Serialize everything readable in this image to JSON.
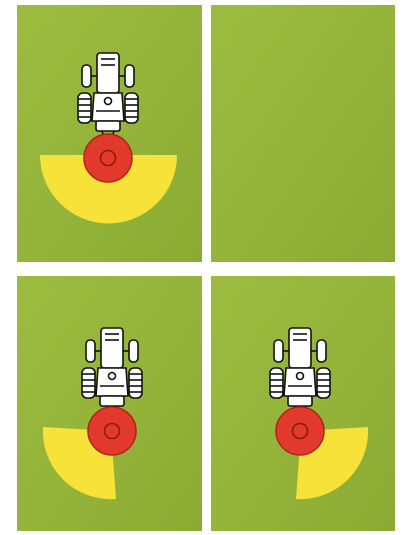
{
  "colors": {
    "field_green": "#94b43a",
    "field_green_dark": "#86a52f",
    "sweep_yellow": "#f7e23a",
    "disc_red": "#e23a2a",
    "tractor_white": "#ffffff",
    "outline_black": "#111111"
  },
  "panels": [
    {
      "id": "p1",
      "sweep": "centered-fan",
      "has_tractor": true
    },
    {
      "id": "p2",
      "sweep": "none",
      "has_tractor": false
    },
    {
      "id": "p3",
      "sweep": "left-fan",
      "has_tractor": true
    },
    {
      "id": "p4",
      "sweep": "right-fan",
      "has_tractor": true
    }
  ],
  "icons": [
    "tractor-icon",
    "spreader-disc-icon"
  ]
}
